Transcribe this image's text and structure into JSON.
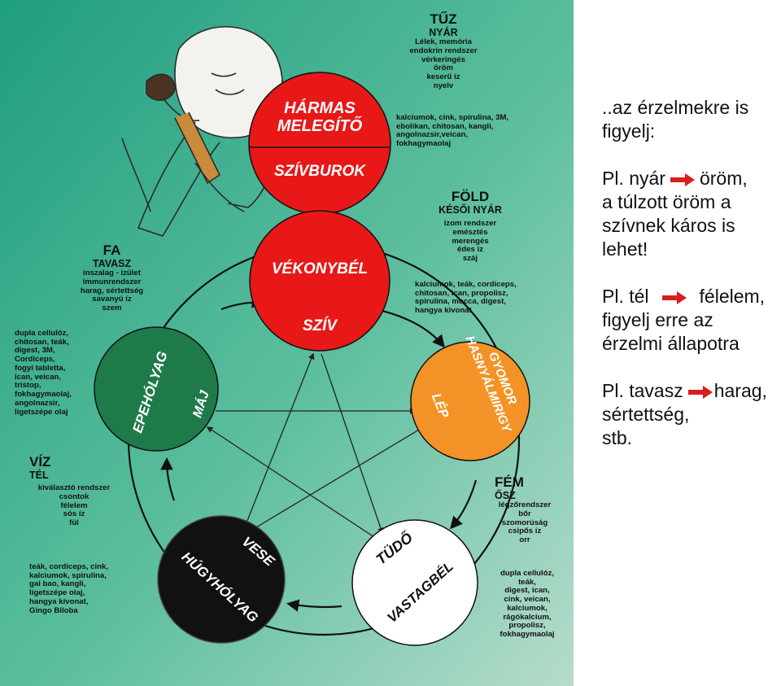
{
  "colors": {
    "background_top": "#2aa88a",
    "background_bottom": "#9fd4c0",
    "fire": "#e81818",
    "earth": "#f39327",
    "metal": "#ffffff",
    "water": "#111111",
    "wood": "#1f7a4a",
    "arrow": "#d81e1e"
  },
  "elements": {
    "fire": {
      "title": "TŰZ",
      "season": "NYÁR",
      "traits": [
        "Lélek, memória",
        "endokrin rendszer",
        "vérkeringés",
        "öröm",
        "keserű íz",
        "nyelv"
      ],
      "remedies": [
        "kalciumok, cink, spirulina, 3M,",
        "ebolikan, chitosan, kangli,",
        "angolnazsir,veican,",
        "fokhagymaolaj"
      ],
      "organ_top": "HÁRMAS MELEGÍTŐ",
      "organ_bottom": "SZÍVBUROK"
    },
    "fire2": {
      "organ_top": "VÉKONYBÉL",
      "organ_bottom": "SZÍV"
    },
    "earth": {
      "title": "FÖLD",
      "season": "KÉSŐI NYÁR",
      "traits": [
        "izom rendszer",
        "emésztés",
        "merengés",
        "édes íz",
        "száj"
      ],
      "remedies": [
        "kalciumok, teák, cordiceps,",
        "chitosan, ican, propolisz,",
        "spirulina, mocca, digest,",
        "hangya kivonat"
      ],
      "organ_top": "GYOMOR HASNYÁLMIRIGY",
      "organ_bottom": "LÉP"
    },
    "metal": {
      "title": "FÉM",
      "season": "ŐSZ",
      "traits": [
        "légzőrendszer",
        "bőr",
        "szomorúság",
        "csipős íz",
        "orr"
      ],
      "remedies": [
        "dupla cellulóz,",
        "teák,",
        "digest, ican,",
        "cink, veican,",
        "kalciumok,",
        "rágókalcium,",
        "propolisz,",
        "fokhagymaolaj"
      ],
      "organ_top": "TÜDŐ",
      "organ_bottom": "VASTAGBÉL"
    },
    "water": {
      "title": "VÍZ",
      "season": "TÉL",
      "traits": [
        "kiválasztó rendszer",
        "csontok",
        "félelem",
        "sós íz",
        "fül"
      ],
      "remedies": [
        "teák, cordiceps, cink,",
        "kalciumok, spirulina,",
        "gai bao, kangli,",
        "ligetszépe olaj,",
        "hangya kivonat,",
        "Gingo Biloba"
      ],
      "organ_top": "VESE",
      "organ_bottom": "HÚGYHÓLYAG"
    },
    "wood": {
      "title": "FA",
      "season": "TAVASZ",
      "traits": [
        "inszalag - izület",
        "immunrendszer",
        "harag, sértettség",
        "savanyú íz",
        "szem"
      ],
      "remedies": [
        "dupla cellulóz,",
        "chitosan, teák,",
        "digest, 3M,",
        "Cordiceps,",
        "fogyi tabletta,",
        "ican, veican,",
        "tristop,",
        "fokhagymaolaj,",
        "angolnazsir,",
        "ligetszépe olaj"
      ],
      "organ_left": "EPEHÓLYAG",
      "organ_right": "MÁJ"
    }
  },
  "side_text": {
    "p1": [
      "..az érzelmekre is",
      "figyelj:"
    ],
    "p2_a": "Pl. nyár",
    "p2_b": "öröm,",
    "p2_rest": [
      "a túlzott öröm a",
      "szívnek káros is",
      "lehet!"
    ],
    "p3_a": "Pl. tél",
    "p3_b": "félelem,",
    "p3_rest": [
      "figyelj erre az",
      "érzelmi állapotra"
    ],
    "p4_a": "Pl. tavasz",
    "p4_b": "harag,",
    "p4_rest": [
      "sértettség,",
      "stb."
    ]
  }
}
